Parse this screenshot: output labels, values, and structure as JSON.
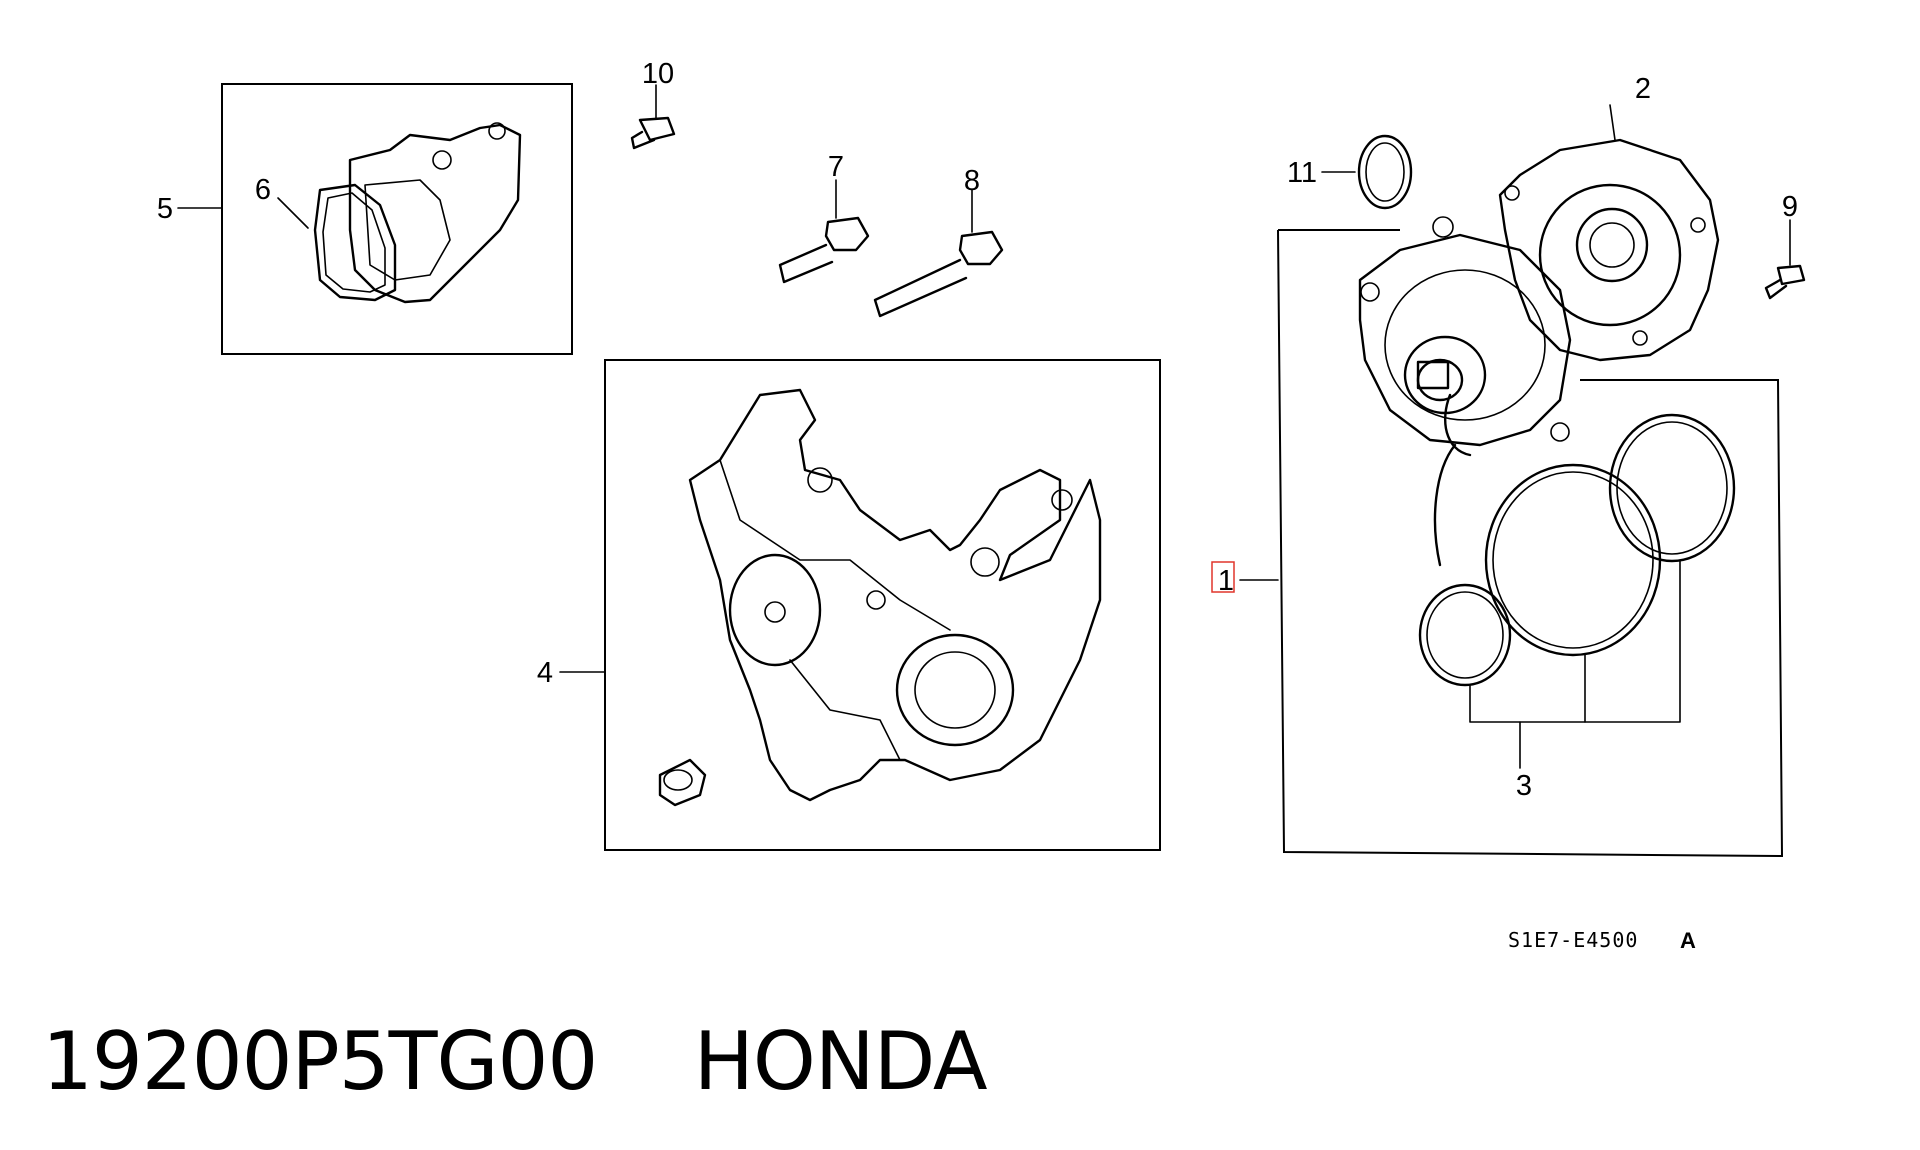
{
  "diagram": {
    "callouts": [
      "1",
      "2",
      "3",
      "4",
      "5",
      "6",
      "7",
      "8",
      "9",
      "10",
      "11"
    ],
    "highlighted_callout": "1",
    "highlight_color": "#e0352b",
    "reference_code": "S1E7-E4500",
    "reference_suffix": "A"
  },
  "caption": {
    "part_number": "19200P5TG00",
    "brand": "HONDA"
  }
}
